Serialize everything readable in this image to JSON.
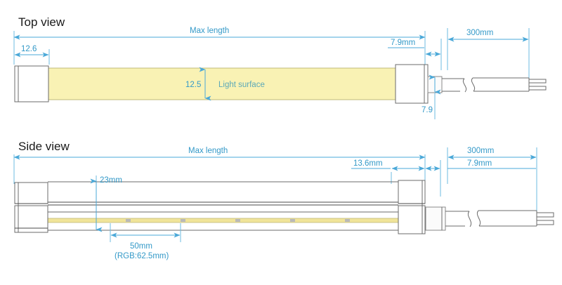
{
  "drawing": {
    "title_top": "Top view",
    "title_side": "Side view"
  },
  "top_view": {
    "labels": {
      "max_length": "Max length",
      "end_cap_width": "12.6",
      "light_height": "12.5",
      "light_surface": "Light surface",
      "connector_length": "7.9mm",
      "connector_height": "7.9",
      "cable_length": "300mm"
    }
  },
  "side_view": {
    "labels": {
      "max_length": "Max length",
      "body_height": "23mm",
      "led_pitch": "50mm",
      "led_pitch_rgb": "(RGB:62.5mm)",
      "connector_length": "13.6mm",
      "cable_length": "300mm",
      "cable_diameter": "7.9mm"
    }
  },
  "colors": {
    "dimension_blue": "#4aa8d8",
    "light_surface_yellow": "#f9f2b4",
    "outline_gray": "#6b6b6b",
    "title_black": "#1a1a1a",
    "light_label_teal": "#5ba8b8"
  }
}
